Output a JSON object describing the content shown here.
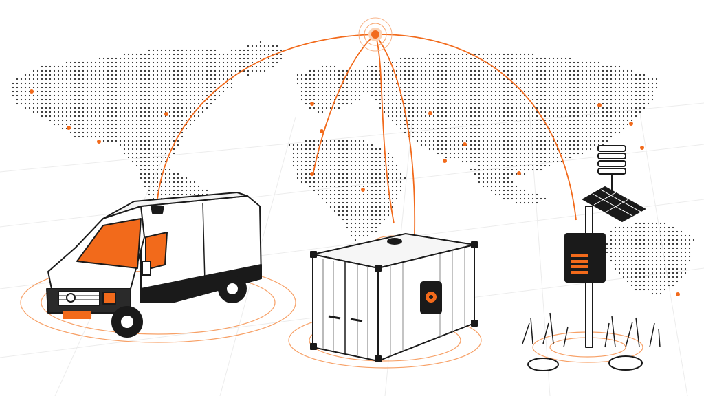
{
  "scene": {
    "subject": "iot-asset-tracking-illustration",
    "colors": {
      "background": "#ffffff",
      "accent": "#f26a1b",
      "accent_light": "#f7a066",
      "ink": "#1a1a1a",
      "map_dot": "#2b2b2b",
      "grid": "#e9e9e9"
    },
    "objects": [
      {
        "name": "delivery-van",
        "icon": "van-icon"
      },
      {
        "name": "shipping-container",
        "icon": "container-icon"
      },
      {
        "name": "weather-station",
        "icon": "weather-station-icon"
      },
      {
        "name": "satellite-hub",
        "icon": "signal-hub-icon"
      }
    ]
  }
}
